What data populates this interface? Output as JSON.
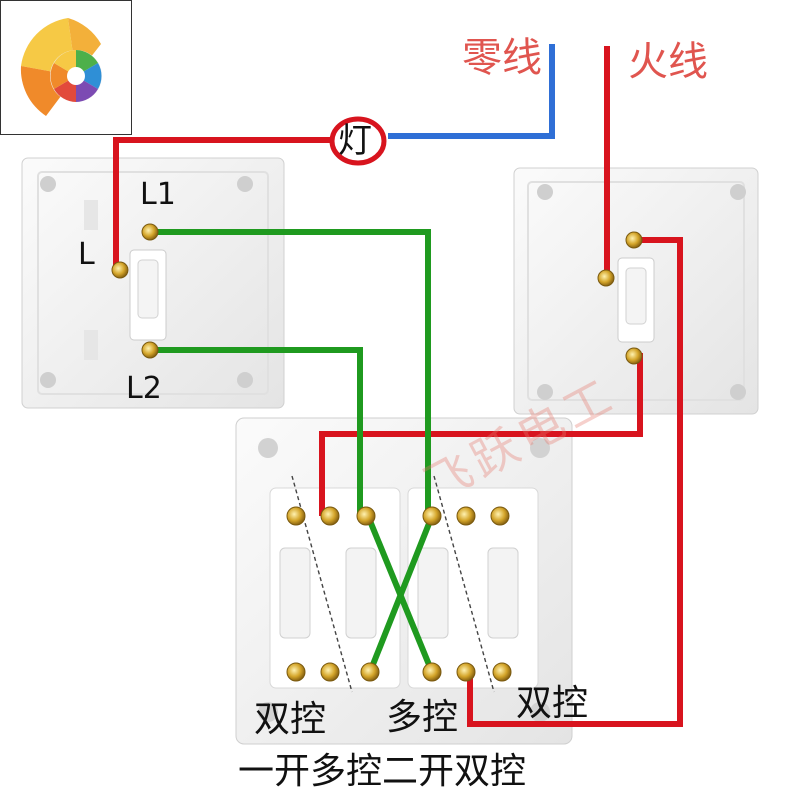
{
  "labels": {
    "neutral": "零线",
    "live": "火线",
    "lamp": "灯",
    "terminal_l": "L",
    "terminal_l1": "L1",
    "terminal_l2": "L2",
    "double_control_left": "双控",
    "multi_control": "多控",
    "double_control_right": "双控",
    "caption": "一开多控二开双控",
    "watermark": "飞跃电工"
  },
  "colors": {
    "live_wire": "#d8141e",
    "neutral_wire": "#2f6fd6",
    "traveler_wire": "#1f9a1f",
    "plate": "#f2f2f2",
    "plate_edge": "#d6d6d6",
    "label_red": "#e0554f",
    "logo": [
      "#f6c945",
      "#f08a2a",
      "#e24a3b",
      "#7c4bb3",
      "#2f8fd6",
      "#4db04a"
    ]
  },
  "icons": [
    "logo-icon",
    "lamp-icon"
  ]
}
